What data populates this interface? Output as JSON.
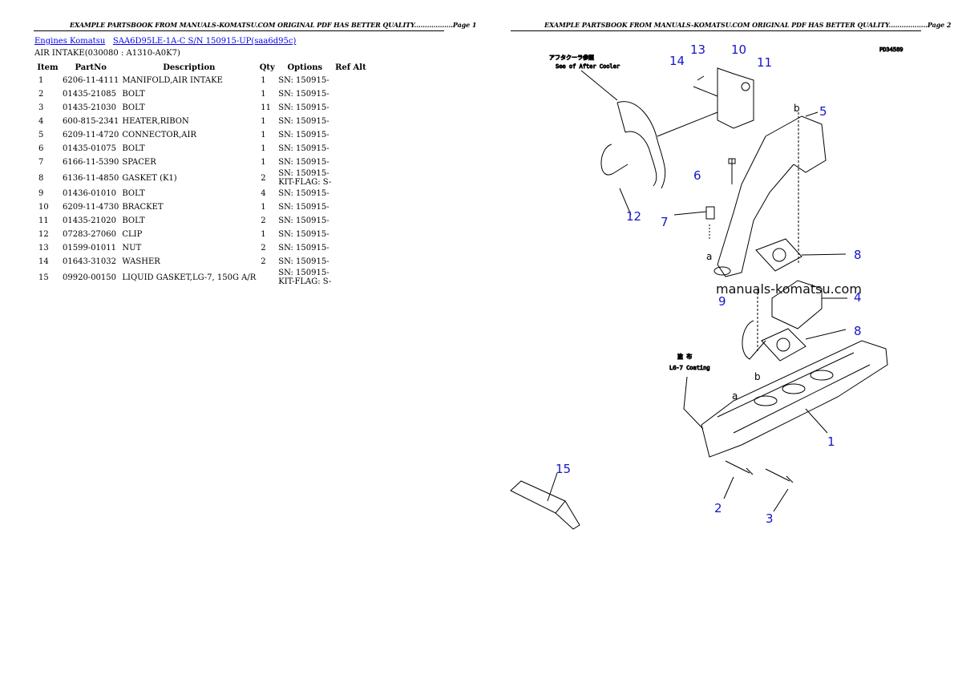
{
  "page1": {
    "header": "EXAMPLE PARTSBOOK FROM MANUALS-KOMATSU.COM ORIGINAL PDF HAS BETTER QUALITY..................Page 1",
    "breadcrumb": {
      "link1": "Engines Komatsu",
      "link2": "SAA6D95LE-1A-C S/N 150915-UP(saa6d95c)"
    },
    "subtitle": "AIR INTAKE(030080 : A1310-A0K7)",
    "columns": [
      "Item",
      "PartNo",
      "Description",
      "Qty",
      "Options",
      "Ref Alt"
    ],
    "rows": [
      {
        "item": "1",
        "part": "6206-11-4111",
        "desc": "MANIFOLD,AIR INTAKE",
        "qty": "1",
        "opt": "SN: 150915-",
        "opt2": ""
      },
      {
        "item": "2",
        "part": "01435-21085",
        "desc": "BOLT",
        "qty": "1",
        "opt": "SN: 150915-",
        "opt2": ""
      },
      {
        "item": "3",
        "part": "01435-21030",
        "desc": "BOLT",
        "qty": "11",
        "opt": "SN: 150915-",
        "opt2": ""
      },
      {
        "item": "4",
        "part": "600-815-2341",
        "desc": "HEATER,RIBON",
        "qty": "1",
        "opt": "SN: 150915-",
        "opt2": ""
      },
      {
        "item": "5",
        "part": "6209-11-4720",
        "desc": "CONNECTOR,AIR",
        "qty": "1",
        "opt": "SN: 150915-",
        "opt2": ""
      },
      {
        "item": "6",
        "part": "01435-01075",
        "desc": "BOLT",
        "qty": "1",
        "opt": "SN: 150915-",
        "opt2": ""
      },
      {
        "item": "7",
        "part": "6166-11-5390",
        "desc": "SPACER",
        "qty": "1",
        "opt": "SN: 150915-",
        "opt2": ""
      },
      {
        "item": "8",
        "part": "6136-11-4850",
        "desc": "GASKET (K1)",
        "qty": "2",
        "opt": "SN: 150915-",
        "opt2": "KIT-FLAG: S-"
      },
      {
        "item": "9",
        "part": "01436-01010",
        "desc": "BOLT",
        "qty": "4",
        "opt": "SN: 150915-",
        "opt2": ""
      },
      {
        "item": "10",
        "part": "6209-11-4730",
        "desc": "BRACKET",
        "qty": "1",
        "opt": "SN: 150915-",
        "opt2": ""
      },
      {
        "item": "11",
        "part": "01435-21020",
        "desc": "BOLT",
        "qty": "2",
        "opt": "SN: 150915-",
        "opt2": ""
      },
      {
        "item": "12",
        "part": "07283-27060",
        "desc": "CLIP",
        "qty": "1",
        "opt": "SN: 150915-",
        "opt2": ""
      },
      {
        "item": "13",
        "part": "01599-01011",
        "desc": "NUT",
        "qty": "2",
        "opt": "SN: 150915-",
        "opt2": ""
      },
      {
        "item": "14",
        "part": "01643-31032",
        "desc": "WASHER",
        "qty": "2",
        "opt": "SN: 150915-",
        "opt2": ""
      },
      {
        "item": "15",
        "part": "09920-00150",
        "desc": "LIQUID GASKET,LG-7, 150G A/R",
        "qty": "",
        "opt": "SN: 150915-",
        "opt2": "KIT-FLAG: S-"
      }
    ]
  },
  "page2": {
    "header": "EXAMPLE PARTSBOOK FROM MANUALS-KOMATSU.COM ORIGINAL PDF HAS BETTER QUALITY..................Page 2",
    "diagram": {
      "code": "PD34589",
      "note_jp": "アフタクーラ参照",
      "note_en": "See of After Cooler",
      "note2_jp": "塗 布",
      "note2_en": "LG-7 Coating",
      "watermark": "manuals-komatsu.com",
      "callouts": [
        "13",
        "10",
        "14",
        "11",
        "5",
        "6",
        "12",
        "7",
        "8",
        "9",
        "4",
        "8",
        "1",
        "15",
        "2",
        "3"
      ],
      "letters": [
        "b",
        "a",
        "a",
        "b"
      ]
    }
  }
}
